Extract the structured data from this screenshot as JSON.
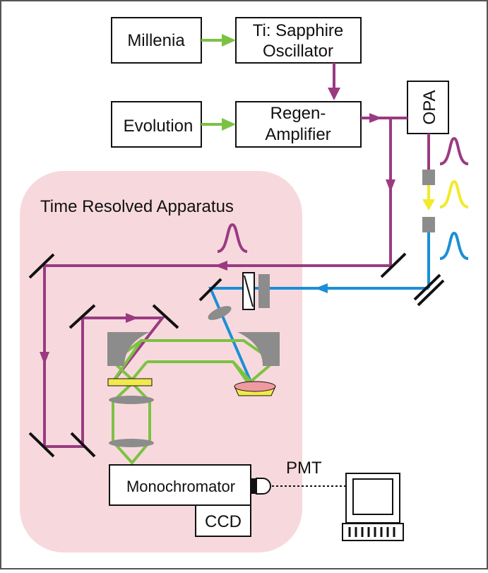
{
  "diagram": {
    "blocks": {
      "millenia": "Millenia",
      "oscillator_line1": "Ti: Sapphire",
      "oscillator_line2": "Oscillator",
      "evolution": "Evolution",
      "regen_line1": "Regen-",
      "regen_line2": "Amplifier",
      "opa": "OPA",
      "monochromator": "Monochromator",
      "ccd": "CCD"
    },
    "labels": {
      "apparatus": "Time Resolved Apparatus",
      "pmt": "PMT"
    },
    "colors": {
      "pump_beam": "#9a3b82",
      "probe_beam": "#1a8fd6",
      "green_beam": "#7cc242",
      "yellow_beam": "#f2ea2a",
      "apparatus_bg": "#f7d9dd",
      "optic_gray": "#8c8c8c",
      "sample": "#ef9aa0",
      "sample_base": "#f2e94a"
    }
  }
}
